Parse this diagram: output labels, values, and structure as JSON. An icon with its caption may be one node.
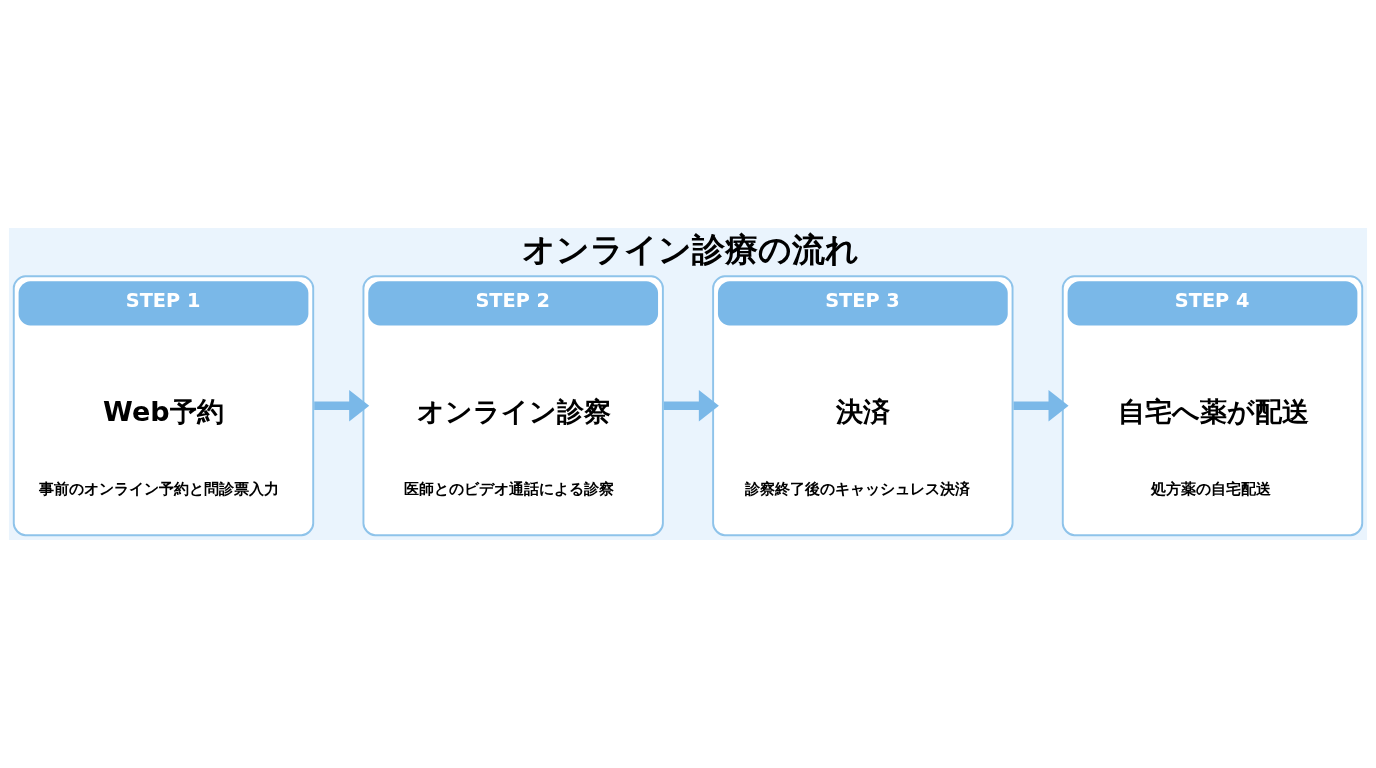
{
  "diagram": {
    "title": "オンライン診療の流れ",
    "nodes": [
      {
        "text": [
          "STEP 1",
          "Web予約",
          "事前のオンライン予約と問診票入力"
        ]
      },
      {
        "text": [
          "STEP 2",
          "オンライン診察",
          "医師とのビデオ通話による診察"
        ]
      },
      {
        "text": [
          "STEP 3",
          "決済",
          "診察終了後のキャッシュレス決済"
        ]
      },
      {
        "text": [
          "STEP 4",
          "自宅へ薬が配送",
          "処方薬の自宅配送"
        ]
      }
    ],
    "edges": [
      {
        "from": 0,
        "to": 1,
        "arrow": "to"
      },
      {
        "from": 1,
        "to": 2,
        "arrow": "to"
      },
      {
        "from": 2,
        "to": 3,
        "arrow": "to"
      }
    ]
  }
}
